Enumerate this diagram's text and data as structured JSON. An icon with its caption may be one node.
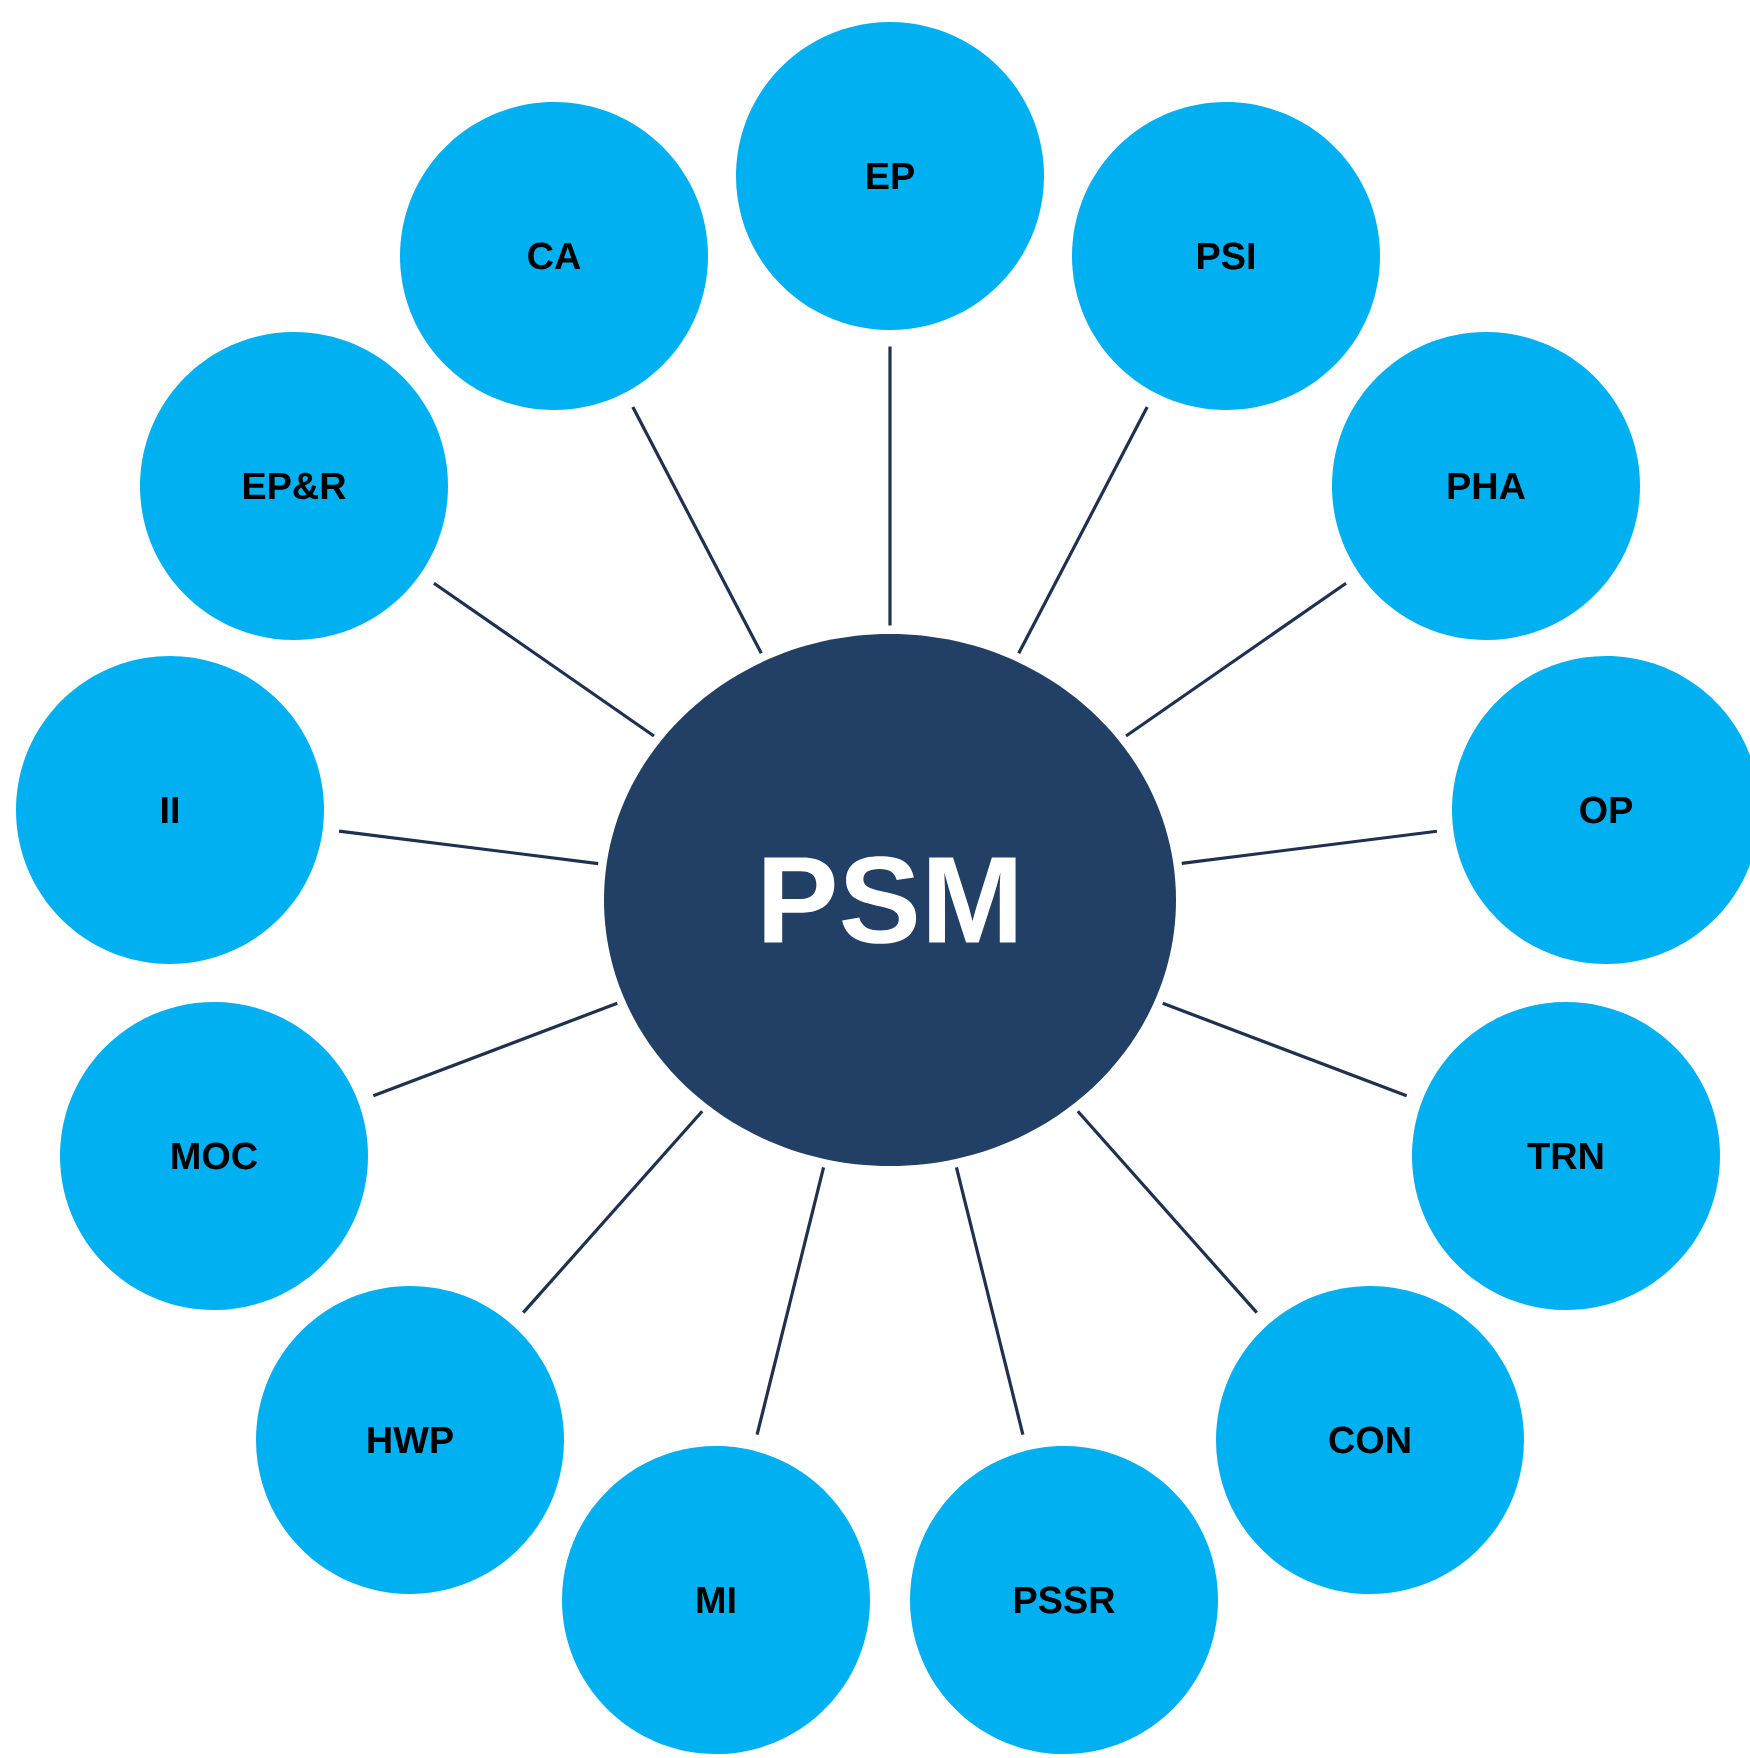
{
  "diagram": {
    "nodes": [
      {
        "text": [
          "PSM"
        ]
      },
      {
        "text": [
          "EP"
        ]
      },
      {
        "text": [
          "PSI"
        ]
      },
      {
        "text": [
          "PHA"
        ]
      },
      {
        "text": [
          "OP"
        ]
      },
      {
        "text": [
          "TRN"
        ]
      },
      {
        "text": [
          "CON"
        ]
      },
      {
        "text": [
          "PSSR"
        ]
      },
      {
        "text": [
          "MI"
        ]
      },
      {
        "text": [
          "HWP"
        ]
      },
      {
        "text": [
          "MOC"
        ]
      },
      {
        "text": [
          "II"
        ]
      },
      {
        "text": [
          "EP&R"
        ]
      },
      {
        "text": [
          "CA"
        ]
      }
    ],
    "edges": [
      {
        "from": 0,
        "to": 1,
        "arrow": "none"
      },
      {
        "from": 0,
        "to": 2,
        "arrow": "none"
      },
      {
        "from": 0,
        "to": 3,
        "arrow": "none"
      },
      {
        "from": 0,
        "to": 4,
        "arrow": "none"
      },
      {
        "from": 0,
        "to": 5,
        "arrow": "none"
      },
      {
        "from": 0,
        "to": 6,
        "arrow": "none"
      },
      {
        "from": 0,
        "to": 7,
        "arrow": "none"
      },
      {
        "from": 0,
        "to": 8,
        "arrow": "none"
      },
      {
        "from": 0,
        "to": 9,
        "arrow": "none"
      },
      {
        "from": 0,
        "to": 10,
        "arrow": "none"
      },
      {
        "from": 0,
        "to": 11,
        "arrow": "none"
      },
      {
        "from": 0,
        "to": 12,
        "arrow": "none"
      },
      {
        "from": 0,
        "to": 13,
        "arrow": "none"
      }
    ]
  }
}
